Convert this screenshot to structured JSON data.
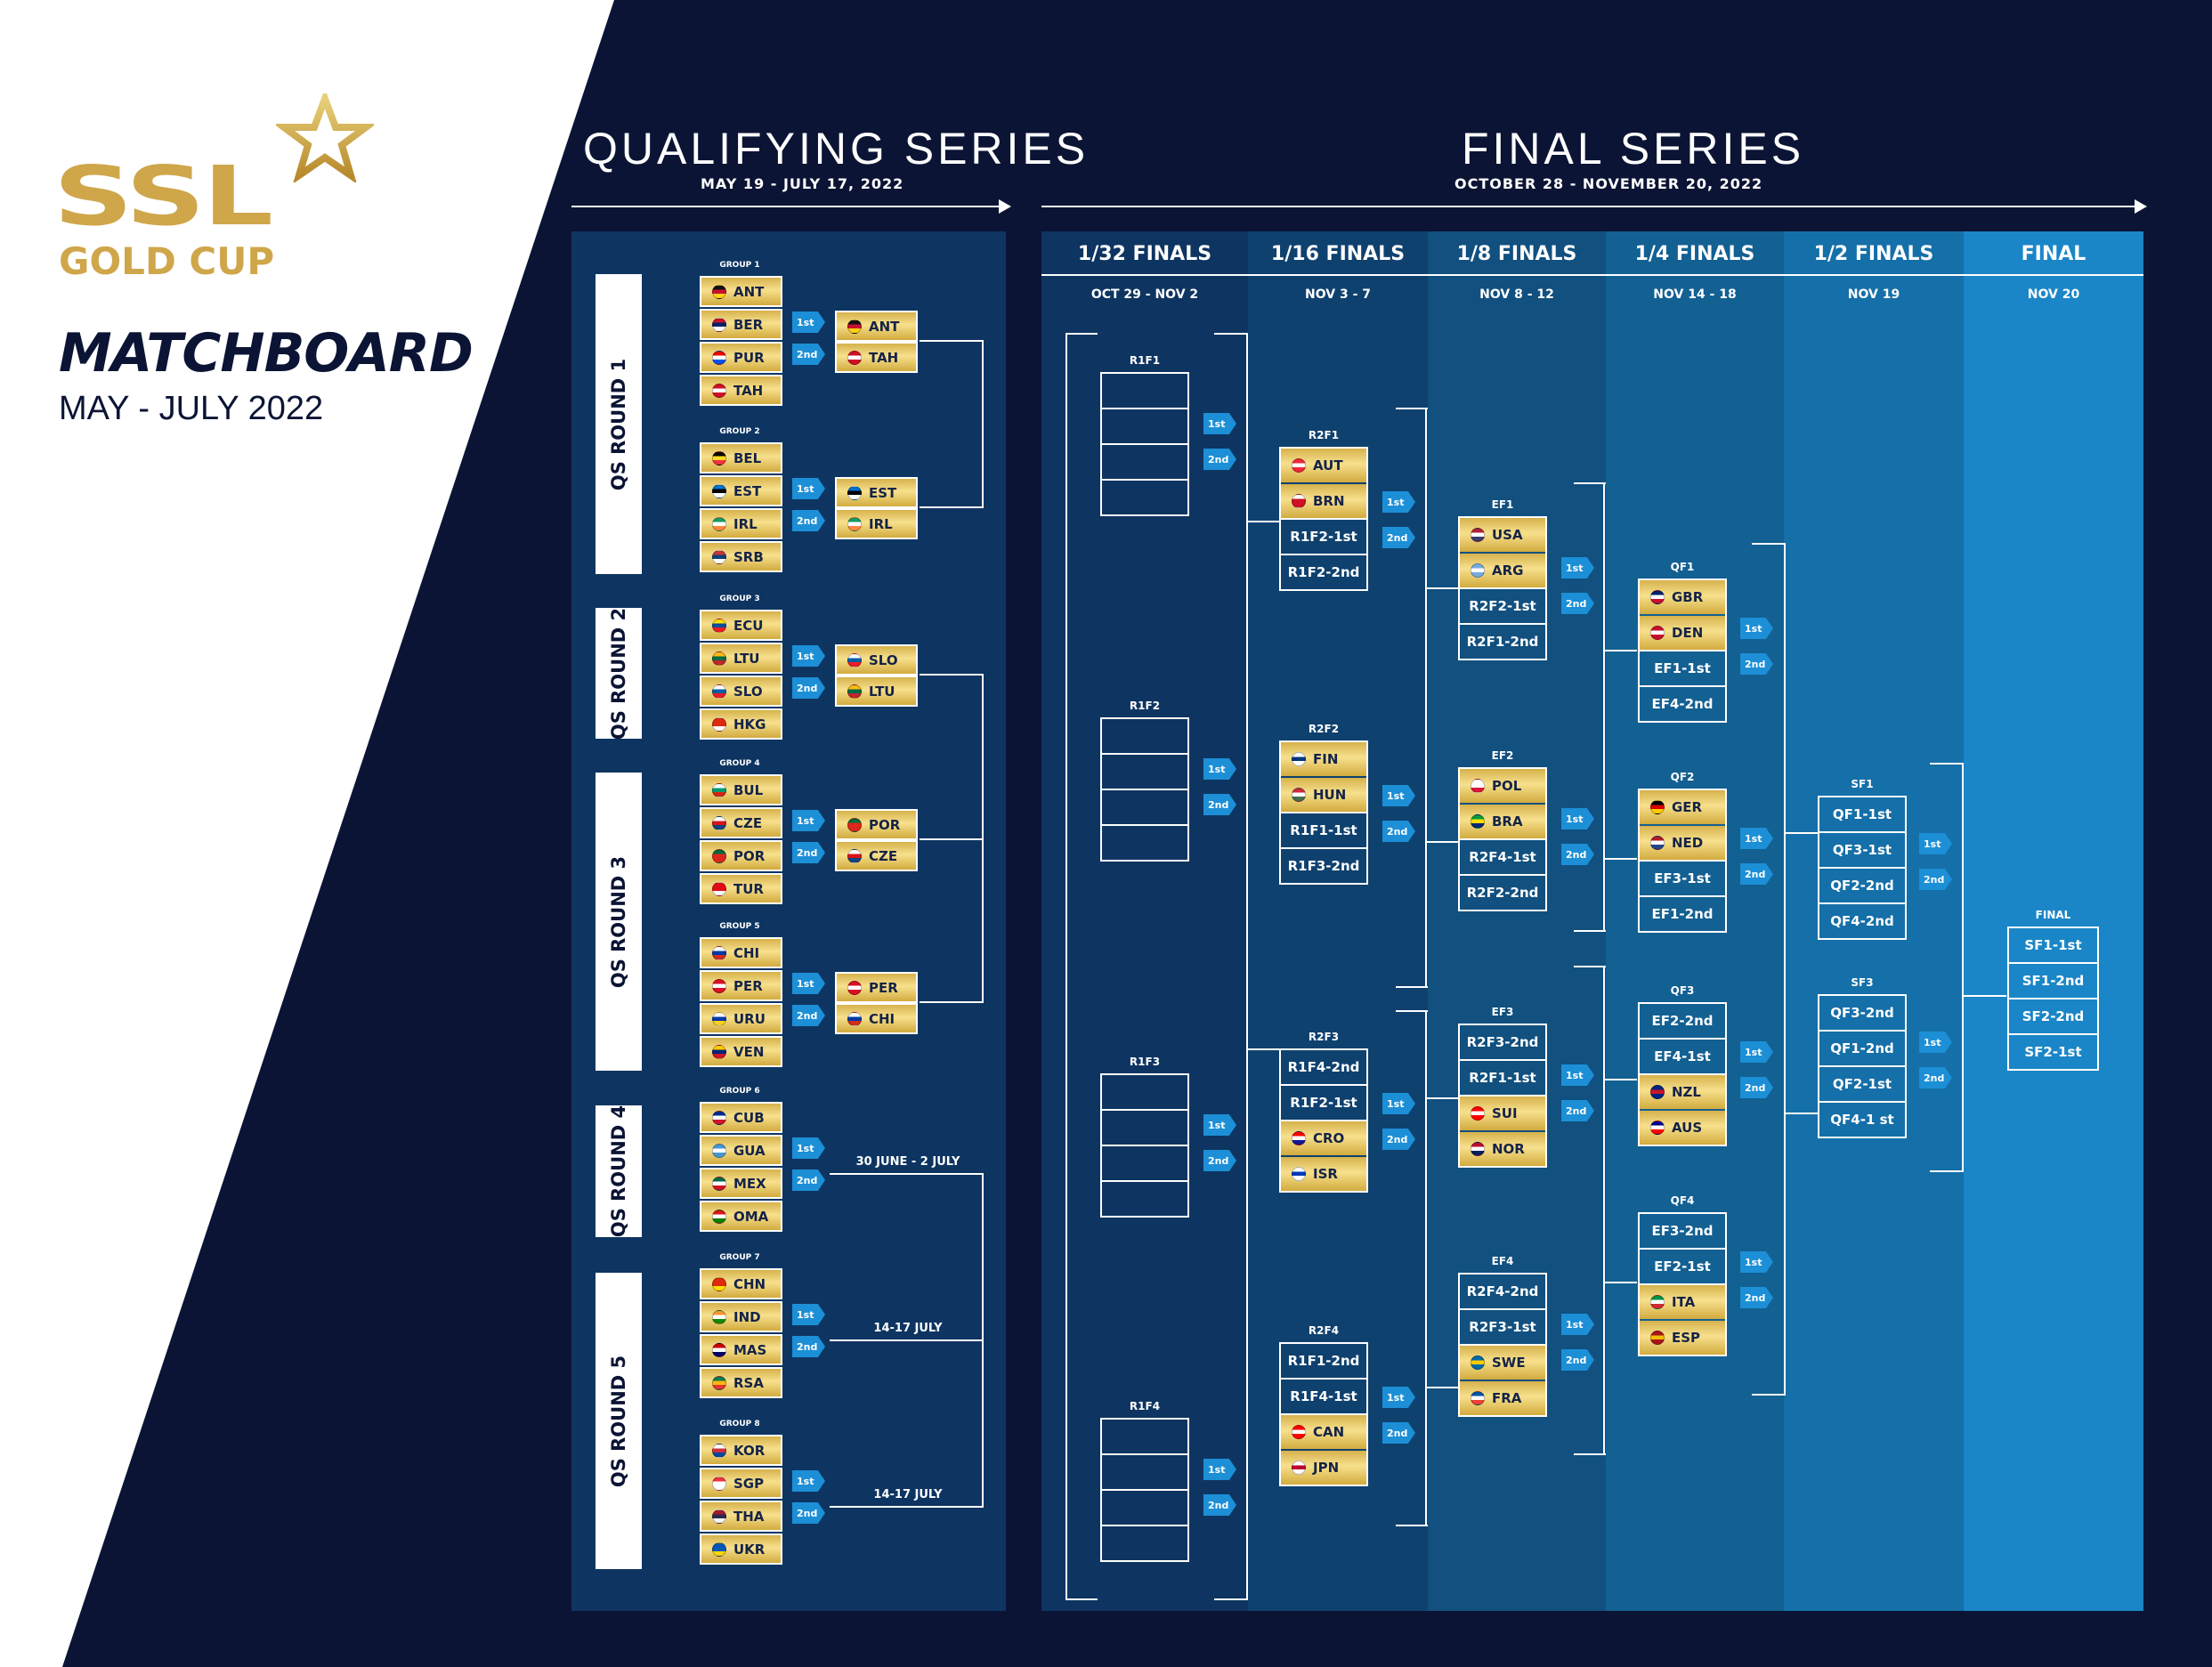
{
  "brand": {
    "logo_ssl": "SSL",
    "logo_gold_cup": "GOLD CUP"
  },
  "title": "MATCHBOARD",
  "subtitle": "MAY - JULY 2022",
  "qualifying": {
    "title": "QUALIFYING SERIES",
    "dates": "MAY 19 - JULY 17, 2022"
  },
  "final_series": {
    "title": "FINAL SERIES",
    "dates": "OCTOBER 28 - NOVEMBER 20, 2022"
  },
  "place_labels": {
    "first": "1st",
    "second": "2nd"
  },
  "qs_rounds": [
    "QS ROUND 1",
    "QS ROUND 2",
    "QS ROUND 3",
    "QS ROUND 4",
    "QS ROUND 5"
  ],
  "groups": [
    {
      "name": "GROUP 1",
      "teams": [
        "ANT",
        "BER",
        "PUR",
        "TAH"
      ],
      "qualified": [
        "ANT",
        "TAH"
      ],
      "note": ""
    },
    {
      "name": "GROUP 2",
      "teams": [
        "BEL",
        "EST",
        "IRL",
        "SRB"
      ],
      "qualified": [
        "EST",
        "IRL"
      ],
      "note": ""
    },
    {
      "name": "GROUP 3",
      "teams": [
        "ECU",
        "LTU",
        "SLO",
        "HKG"
      ],
      "qualified": [
        "SLO",
        "LTU"
      ],
      "note": ""
    },
    {
      "name": "GROUP 4",
      "teams": [
        "BUL",
        "CZE",
        "POR",
        "TUR"
      ],
      "qualified": [
        "POR",
        "CZE"
      ],
      "note": ""
    },
    {
      "name": "GROUP 5",
      "teams": [
        "CHI",
        "PER",
        "URU",
        "VEN"
      ],
      "qualified": [
        "PER",
        "CHI"
      ],
      "note": ""
    },
    {
      "name": "GROUP 6",
      "teams": [
        "CUB",
        "GUA",
        "MEX",
        "OMA"
      ],
      "qualified": [],
      "note": "30 JUNE - 2 JULY"
    },
    {
      "name": "GROUP 7",
      "teams": [
        "CHN",
        "IND",
        "MAS",
        "RSA"
      ],
      "qualified": [],
      "note": "14-17 JULY"
    },
    {
      "name": "GROUP 8",
      "teams": [
        "KOR",
        "SGP",
        "THA",
        "UKR"
      ],
      "qualified": [],
      "note": "14-17 JULY"
    }
  ],
  "stages": [
    {
      "name": "1/32 FINALS",
      "dates": "OCT 29 - NOV 2"
    },
    {
      "name": "1/16 FINALS",
      "dates": "NOV 3 - 7"
    },
    {
      "name": "1/8 FINALS",
      "dates": "NOV 8 - 12"
    },
    {
      "name": "1/4 FINALS",
      "dates": "NOV 14 - 18"
    },
    {
      "name": "1/2 FINALS",
      "dates": "NOV 19"
    },
    {
      "name": "FINAL",
      "dates": "NOV 20"
    }
  ],
  "r1": [
    {
      "name": "R1F1",
      "slots": [
        "",
        "",
        "",
        ""
      ]
    },
    {
      "name": "R1F2",
      "slots": [
        "",
        "",
        "",
        ""
      ]
    },
    {
      "name": "R1F3",
      "slots": [
        "",
        "",
        "",
        ""
      ]
    },
    {
      "name": "R1F4",
      "slots": [
        "",
        "",
        "",
        ""
      ]
    }
  ],
  "r2": [
    {
      "name": "R2F1",
      "slots": [
        {
          "text": "AUT",
          "team": true
        },
        {
          "text": "BRN",
          "team": true
        },
        {
          "text": "R1F2-1st",
          "team": false
        },
        {
          "text": "R1F2-2nd",
          "team": false
        }
      ]
    },
    {
      "name": "R2F2",
      "slots": [
        {
          "text": "FIN",
          "team": true
        },
        {
          "text": "HUN",
          "team": true
        },
        {
          "text": "R1F1-1st",
          "team": false
        },
        {
          "text": "R1F3-2nd",
          "team": false
        }
      ]
    },
    {
      "name": "R2F3",
      "slots": [
        {
          "text": "R1F4-2nd",
          "team": false
        },
        {
          "text": "R1F2-1st",
          "team": false
        },
        {
          "text": "CRO",
          "team": true
        },
        {
          "text": "ISR",
          "team": true
        }
      ]
    },
    {
      "name": "R2F4",
      "slots": [
        {
          "text": "R1F1-2nd",
          "team": false
        },
        {
          "text": "R1F4-1st",
          "team": false
        },
        {
          "text": "CAN",
          "team": true
        },
        {
          "text": "JPN",
          "team": true
        }
      ]
    }
  ],
  "ef": [
    {
      "name": "EF1",
      "slots": [
        {
          "text": "USA",
          "team": true
        },
        {
          "text": "ARG",
          "team": true
        },
        {
          "text": "R2F2-1st",
          "team": false
        },
        {
          "text": "R2F1-2nd",
          "team": false
        }
      ]
    },
    {
      "name": "EF2",
      "slots": [
        {
          "text": "POL",
          "team": true
        },
        {
          "text": "BRA",
          "team": true
        },
        {
          "text": "R2F4-1st",
          "team": false
        },
        {
          "text": "R2F2-2nd",
          "team": false
        }
      ]
    },
    {
      "name": "EF3",
      "slots": [
        {
          "text": "R2F3-2nd",
          "team": false
        },
        {
          "text": "R2F1-1st",
          "team": false
        },
        {
          "text": "SUI",
          "team": true
        },
        {
          "text": "NOR",
          "team": true
        }
      ]
    },
    {
      "name": "EF4",
      "slots": [
        {
          "text": "R2F4-2nd",
          "team": false
        },
        {
          "text": "R2F3-1st",
          "team": false
        },
        {
          "text": "SWE",
          "team": true
        },
        {
          "text": "FRA",
          "team": true
        }
      ]
    }
  ],
  "qf": [
    {
      "name": "QF1",
      "slots": [
        {
          "text": "GBR",
          "team": true
        },
        {
          "text": "DEN",
          "team": true
        },
        {
          "text": "EF1-1st",
          "team": false
        },
        {
          "text": "EF4-2nd",
          "team": false
        }
      ]
    },
    {
      "name": "QF2",
      "slots": [
        {
          "text": "GER",
          "team": true
        },
        {
          "text": "NED",
          "team": true
        },
        {
          "text": "EF3-1st",
          "team": false
        },
        {
          "text": "EF1-2nd",
          "team": false
        }
      ]
    },
    {
      "name": "QF3",
      "slots": [
        {
          "text": "EF2-2nd",
          "team": false
        },
        {
          "text": "EF4-1st",
          "team": false
        },
        {
          "text": "NZL",
          "team": true
        },
        {
          "text": "AUS",
          "team": true
        }
      ]
    },
    {
      "name": "QF4",
      "slots": [
        {
          "text": "EF3-2nd",
          "team": false
        },
        {
          "text": "EF2-1st",
          "team": false
        },
        {
          "text": "ITA",
          "team": true
        },
        {
          "text": "ESP",
          "team": true
        }
      ]
    }
  ],
  "sf": [
    {
      "name": "SF1",
      "slots": [
        "QF1-1st",
        "QF3-1st",
        "QF2-2nd",
        "QF4-2nd"
      ]
    },
    {
      "name": "SF3",
      "slots": [
        "QF3-2nd",
        "QF1-2nd",
        "QF2-1st",
        "QF4-1 st"
      ]
    }
  ],
  "final": {
    "name": "FINAL",
    "slots": [
      "SF1-1st",
      "SF1-2nd",
      "SF2-2nd",
      "SF2-1st"
    ]
  },
  "colors": {
    "navy": "#0b1434",
    "panel": "#0e3561",
    "gold": "#e8c768",
    "tag": "#1c8fd6",
    "stage_shades": [
      "#0e3561",
      "#0f416f",
      "#11507f",
      "#136093",
      "#156fa8",
      "#1a86c7"
    ]
  },
  "flag_colors": {
    "ANT": [
      "#111",
      "#c8102e",
      "#fcd116"
    ],
    "BER": [
      "#c8102e",
      "#012169",
      "#fff"
    ],
    "PUR": [
      "#ed0000",
      "#fff",
      "#0050f0"
    ],
    "TAH": [
      "#ce1126",
      "#fff",
      "#ce1126"
    ],
    "BEL": [
      "#000",
      "#fdda24",
      "#ef3340"
    ],
    "EST": [
      "#0072ce",
      "#000",
      "#fff"
    ],
    "IRL": [
      "#169b62",
      "#fff",
      "#ff883e"
    ],
    "SRB": [
      "#c6363c",
      "#0c4076",
      "#fff"
    ],
    "ECU": [
      "#ffdd00",
      "#034ea2",
      "#ed1c24"
    ],
    "LTU": [
      "#fdb913",
      "#006a44",
      "#c1272d"
    ],
    "SLO": [
      "#fff",
      "#005da4",
      "#ed1c24"
    ],
    "HKG": [
      "#de2910",
      "#de2910",
      "#fff"
    ],
    "BUL": [
      "#fff",
      "#00966e",
      "#d62612"
    ],
    "CZE": [
      "#fff",
      "#d7141a",
      "#11457e"
    ],
    "POR": [
      "#046a38",
      "#da291c",
      "#da291c"
    ],
    "TUR": [
      "#e30a17",
      "#e30a17",
      "#fff"
    ],
    "CHI": [
      "#fff",
      "#0039a6",
      "#d52b1e"
    ],
    "PER": [
      "#d91023",
      "#fff",
      "#d91023"
    ],
    "URU": [
      "#fff",
      "#0038a8",
      "#fcd116"
    ],
    "VEN": [
      "#ffcc00",
      "#00247d",
      "#cf142b"
    ],
    "CUB": [
      "#002a8f",
      "#fff",
      "#cf142b"
    ],
    "GUA": [
      "#4997d0",
      "#fff",
      "#4997d0"
    ],
    "MEX": [
      "#006847",
      "#fff",
      "#ce1126"
    ],
    "OMA": [
      "#db161b",
      "#fff",
      "#008000"
    ],
    "CHN": [
      "#de2910",
      "#de2910",
      "#ffde00"
    ],
    "IND": [
      "#ff9933",
      "#fff",
      "#138808"
    ],
    "MAS": [
      "#cc0001",
      "#fff",
      "#010066"
    ],
    "RSA": [
      "#007a4d",
      "#ffb612",
      "#de3831"
    ],
    "KOR": [
      "#fff",
      "#cd2e3a",
      "#0047a0"
    ],
    "SGP": [
      "#ef3340",
      "#fff",
      "#fff"
    ],
    "THA": [
      "#a51931",
      "#2d2a4a",
      "#f4f5f8"
    ],
    "UKR": [
      "#0057b7",
      "#0057b7",
      "#ffd700"
    ],
    "AUT": [
      "#ed2939",
      "#fff",
      "#ed2939"
    ],
    "BRN": [
      "#fff",
      "#ce1126",
      "#ce1126"
    ],
    "FIN": [
      "#fff",
      "#003580",
      "#fff"
    ],
    "HUN": [
      "#cd2a3e",
      "#fff",
      "#436f4d"
    ],
    "CRO": [
      "#ff0000",
      "#fff",
      "#171796"
    ],
    "ISR": [
      "#fff",
      "#0038b8",
      "#fff"
    ],
    "CAN": [
      "#ff0000",
      "#fff",
      "#ff0000"
    ],
    "JPN": [
      "#fff",
      "#bc002d",
      "#fff"
    ],
    "USA": [
      "#b22234",
      "#fff",
      "#3c3b6e"
    ],
    "ARG": [
      "#74acdf",
      "#fff",
      "#74acdf"
    ],
    "POL": [
      "#fff",
      "#fff",
      "#dc143c"
    ],
    "BRA": [
      "#009c3b",
      "#ffdf00",
      "#002776"
    ],
    "SUI": [
      "#ff0000",
      "#fff",
      "#ff0000"
    ],
    "NOR": [
      "#ba0c2f",
      "#fff",
      "#00205b"
    ],
    "SWE": [
      "#006aa7",
      "#fecc00",
      "#006aa7"
    ],
    "FRA": [
      "#0055a4",
      "#fff",
      "#ef4135"
    ],
    "GBR": [
      "#012169",
      "#fff",
      "#c8102e"
    ],
    "DEN": [
      "#c8102e",
      "#fff",
      "#c8102e"
    ],
    "GER": [
      "#000",
      "#dd0000",
      "#ffce00"
    ],
    "NED": [
      "#ae1c28",
      "#fff",
      "#21468b"
    ],
    "NZL": [
      "#00247d",
      "#cc142b",
      "#00247d"
    ],
    "AUS": [
      "#00008b",
      "#fff",
      "#ff0000"
    ],
    "ITA": [
      "#009246",
      "#fff",
      "#ce2b37"
    ],
    "ESP": [
      "#aa151b",
      "#f1bf00",
      "#aa151b"
    ]
  }
}
